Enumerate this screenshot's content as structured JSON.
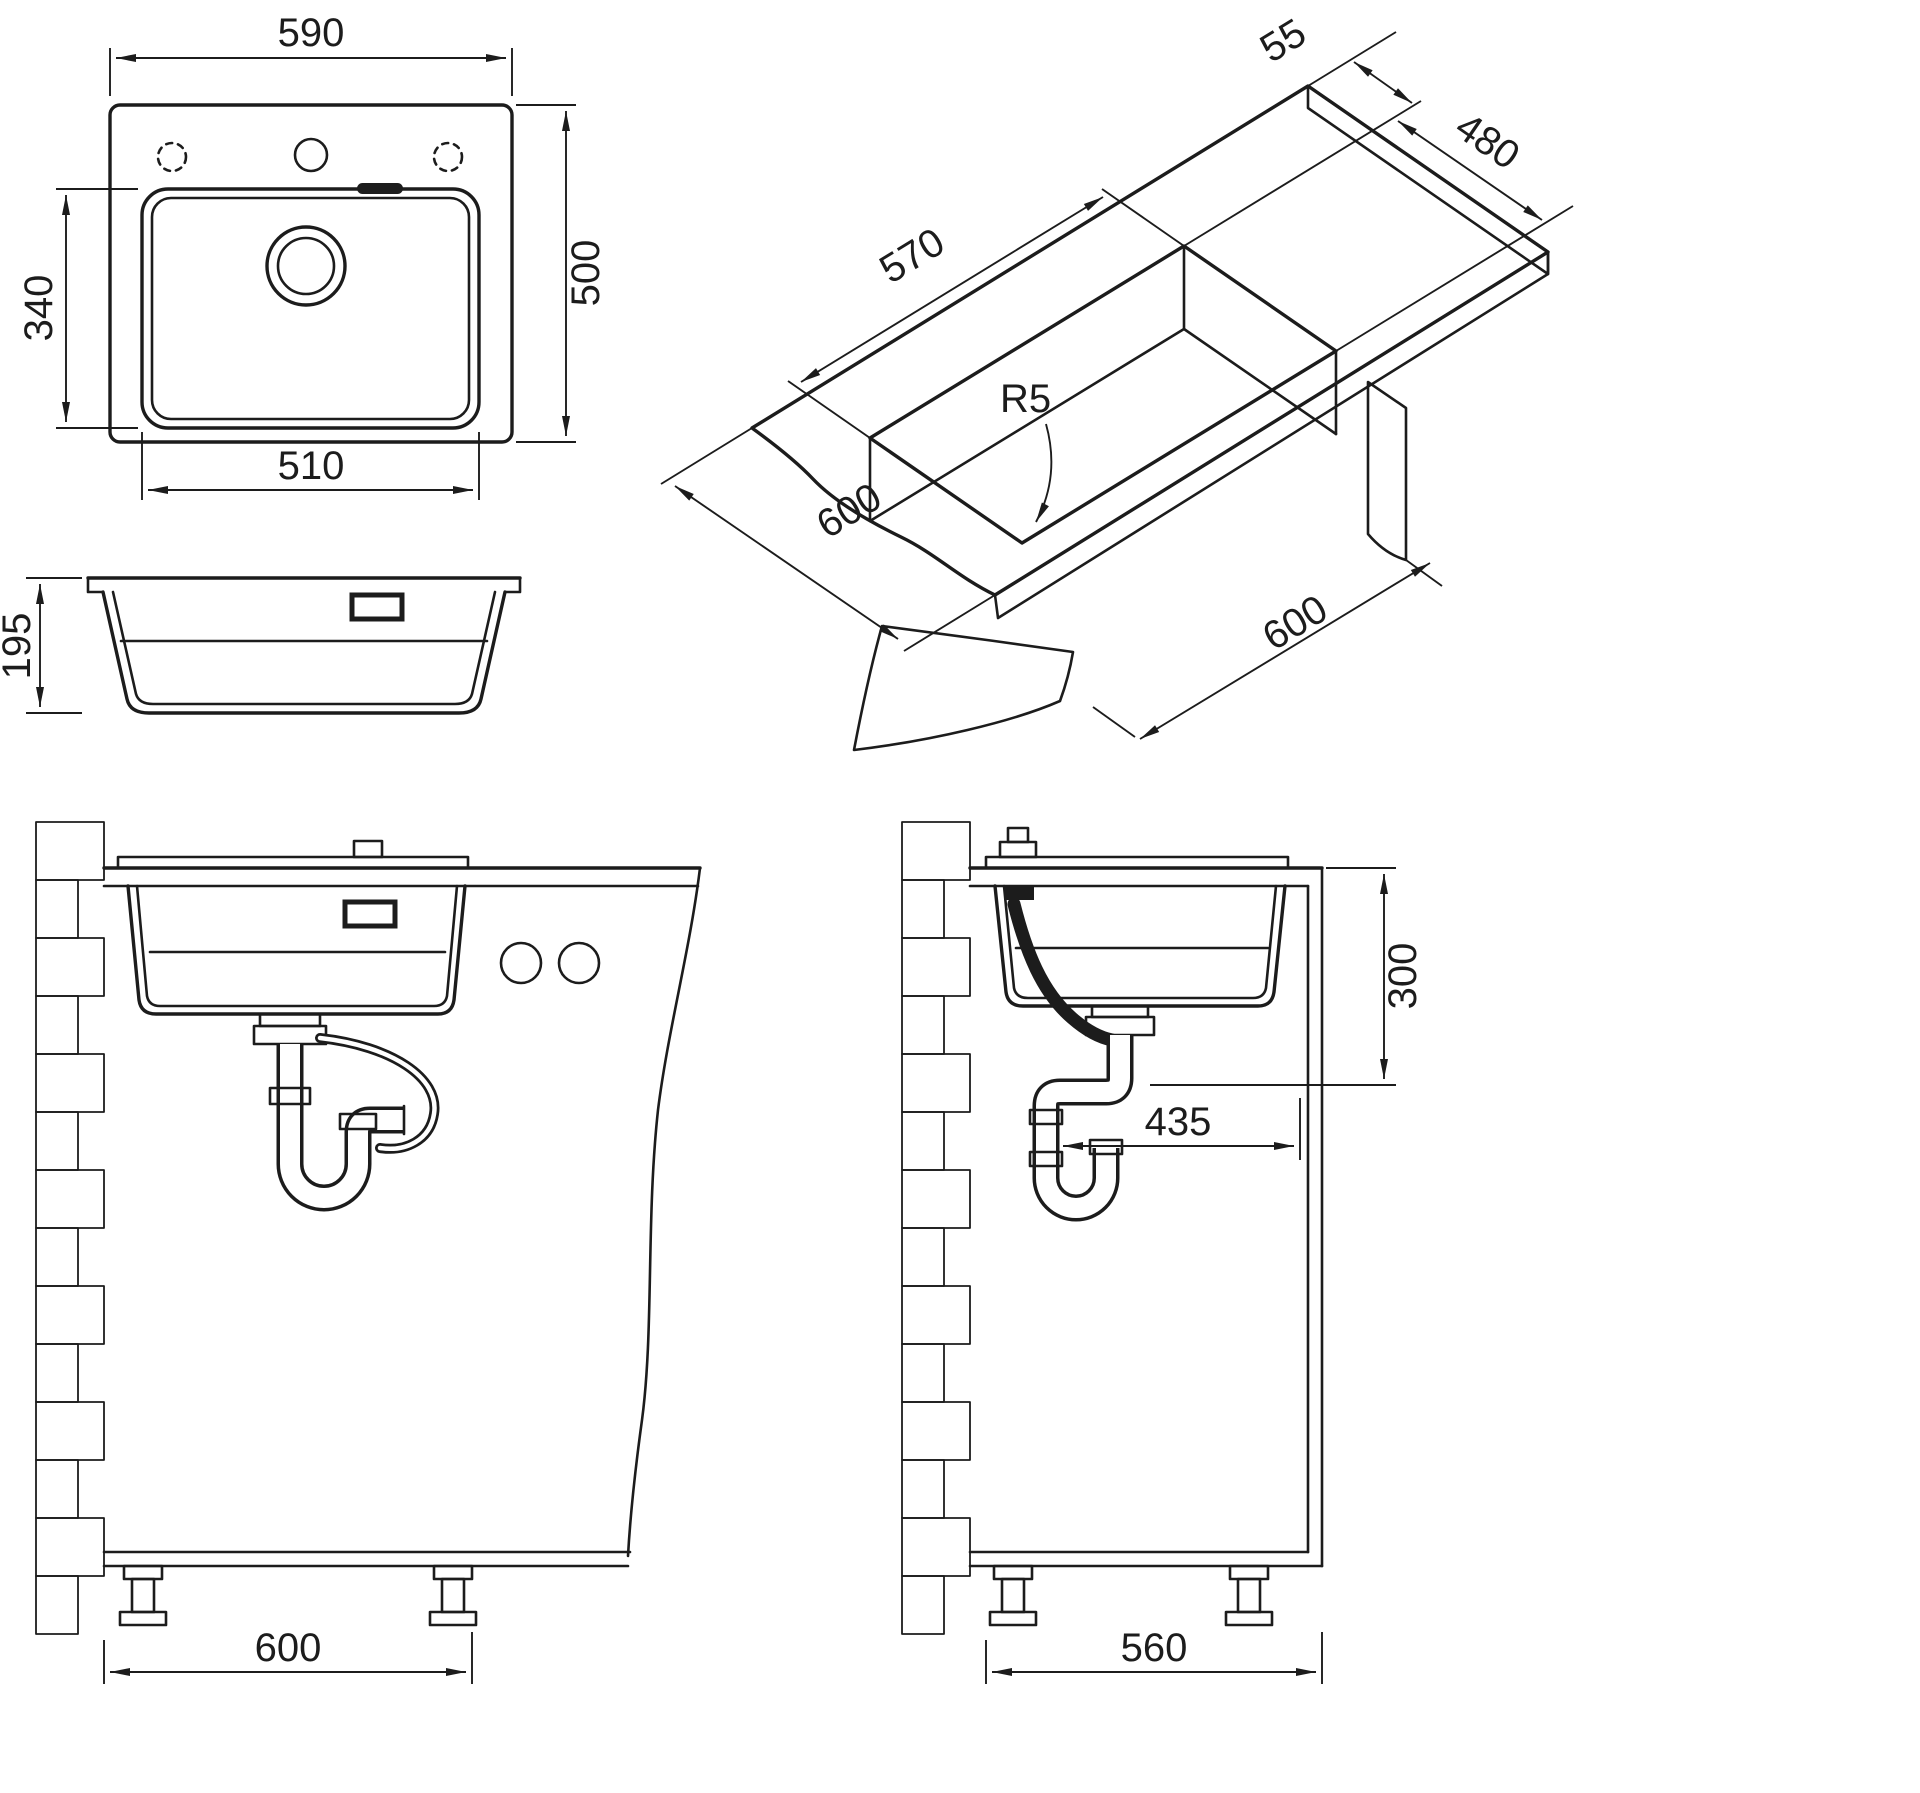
{
  "drawing": {
    "subject": "kitchen sink technical installation drawing",
    "background": "#ffffff",
    "line_color": "#1c1c1c",
    "units": "mm"
  },
  "top_view": {
    "name": "top view",
    "overall_width": "590",
    "overall_depth": "500",
    "bowl_inner_depth": "340",
    "bowl_inner_width": "510"
  },
  "profile_view": {
    "name": "front profile section",
    "sink_height": "195"
  },
  "isometric_view": {
    "name": "worktop cutout isometric",
    "back_edge_offset": "55",
    "cutout_depth": "480",
    "cutout_width": "570",
    "corner_radius": "R5",
    "worktop_depth": "600",
    "cabinet_min_width": "600"
  },
  "front_install_view": {
    "name": "front installation section",
    "cabinet_width": "600"
  },
  "side_install_view": {
    "name": "side installation section",
    "drain_drop": "300",
    "drain_offset": "435",
    "cabinet_depth": "560"
  }
}
